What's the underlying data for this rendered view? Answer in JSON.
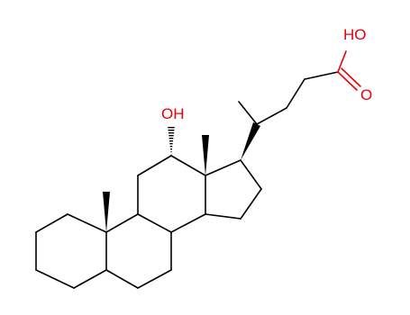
{
  "molecule": {
    "labels": {
      "carboxyl_oh": "HO",
      "carbonyl_o": "O",
      "hydroxyl_12": "OH"
    },
    "colors": {
      "bond": "#000000",
      "heteroatom": "#e8000b",
      "background": "#ffffff"
    }
  }
}
